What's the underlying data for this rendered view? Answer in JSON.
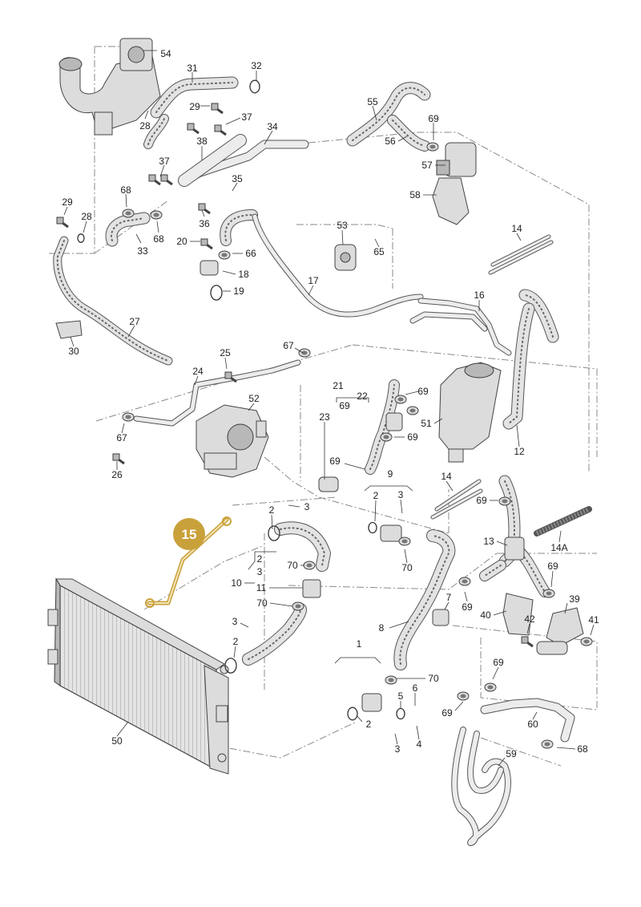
{
  "highlight": {
    "part_number": "15",
    "badge_color": "#c9a13b",
    "badge_text_color": "#ffffff",
    "line_color": "#c9a13b"
  },
  "labels": [
    {
      "id": "54",
      "text": "54"
    },
    {
      "id": "31",
      "text": "31"
    },
    {
      "id": "32",
      "text": "32"
    },
    {
      "id": "29a",
      "text": "29"
    },
    {
      "id": "28a",
      "text": "28"
    },
    {
      "id": "37a",
      "text": "37"
    },
    {
      "id": "34",
      "text": "34"
    },
    {
      "id": "38",
      "text": "38"
    },
    {
      "id": "37b",
      "text": "37"
    },
    {
      "id": "35",
      "text": "35"
    },
    {
      "id": "68a",
      "text": "68"
    },
    {
      "id": "36",
      "text": "36"
    },
    {
      "id": "68b",
      "text": "68"
    },
    {
      "id": "29b",
      "text": "29"
    },
    {
      "id": "28b",
      "text": "28"
    },
    {
      "id": "33",
      "text": "33"
    },
    {
      "id": "20",
      "text": "20"
    },
    {
      "id": "66",
      "text": "66"
    },
    {
      "id": "18",
      "text": "18"
    },
    {
      "id": "19",
      "text": "19"
    },
    {
      "id": "55",
      "text": "55"
    },
    {
      "id": "69a",
      "text": "69"
    },
    {
      "id": "56",
      "text": "56"
    },
    {
      "id": "57",
      "text": "57"
    },
    {
      "id": "58",
      "text": "58"
    },
    {
      "id": "53",
      "text": "53"
    },
    {
      "id": "65",
      "text": "65"
    },
    {
      "id": "14a",
      "text": "14"
    },
    {
      "id": "17",
      "text": "17"
    },
    {
      "id": "16",
      "text": "16"
    },
    {
      "id": "27",
      "text": "27"
    },
    {
      "id": "30",
      "text": "30"
    },
    {
      "id": "67a",
      "text": "67"
    },
    {
      "id": "25",
      "text": "25"
    },
    {
      "id": "24",
      "text": "24"
    },
    {
      "id": "52",
      "text": "52"
    },
    {
      "id": "67b",
      "text": "67"
    },
    {
      "id": "26",
      "text": "26"
    },
    {
      "id": "21",
      "text": "21"
    },
    {
      "id": "22",
      "text": "22"
    },
    {
      "id": "69b",
      "text": "69"
    },
    {
      "id": "69c",
      "text": "69"
    },
    {
      "id": "23",
      "text": "23"
    },
    {
      "id": "69d",
      "text": "69"
    },
    {
      "id": "51",
      "text": "51"
    },
    {
      "id": "12",
      "text": "12"
    },
    {
      "id": "69e",
      "text": "69"
    },
    {
      "id": "9",
      "text": "9"
    },
    {
      "id": "14b",
      "text": "14"
    },
    {
      "id": "69f",
      "text": "69"
    },
    {
      "id": "2a",
      "text": "2"
    },
    {
      "id": "3a",
      "text": "3"
    },
    {
      "id": "2b",
      "text": "2"
    },
    {
      "id": "3b",
      "text": "3"
    },
    {
      "id": "13",
      "text": "13"
    },
    {
      "id": "14A",
      "text": "14A"
    },
    {
      "id": "2c",
      "text": "2"
    },
    {
      "id": "3c",
      "text": "3"
    },
    {
      "id": "70a",
      "text": "70"
    },
    {
      "id": "10",
      "text": "10"
    },
    {
      "id": "70b",
      "text": "70"
    },
    {
      "id": "11",
      "text": "11"
    },
    {
      "id": "70c",
      "text": "70"
    },
    {
      "id": "69g",
      "text": "69"
    },
    {
      "id": "7",
      "text": "7"
    },
    {
      "id": "69h",
      "text": "69"
    },
    {
      "id": "39",
      "text": "39"
    },
    {
      "id": "40",
      "text": "40"
    },
    {
      "id": "42",
      "text": "42"
    },
    {
      "id": "41",
      "text": "41"
    },
    {
      "id": "8",
      "text": "8"
    },
    {
      "id": "3d",
      "text": "3"
    },
    {
      "id": "2d",
      "text": "2"
    },
    {
      "id": "1",
      "text": "1"
    },
    {
      "id": "70d",
      "text": "70"
    },
    {
      "id": "69i",
      "text": "69"
    },
    {
      "id": "6",
      "text": "6"
    },
    {
      "id": "5",
      "text": "5"
    },
    {
      "id": "69j",
      "text": "69"
    },
    {
      "id": "60",
      "text": "60"
    },
    {
      "id": "2e",
      "text": "2"
    },
    {
      "id": "4",
      "text": "4"
    },
    {
      "id": "3e",
      "text": "3"
    },
    {
      "id": "68c",
      "text": "68"
    },
    {
      "id": "59",
      "text": "59"
    },
    {
      "id": "50",
      "text": "50"
    }
  ]
}
